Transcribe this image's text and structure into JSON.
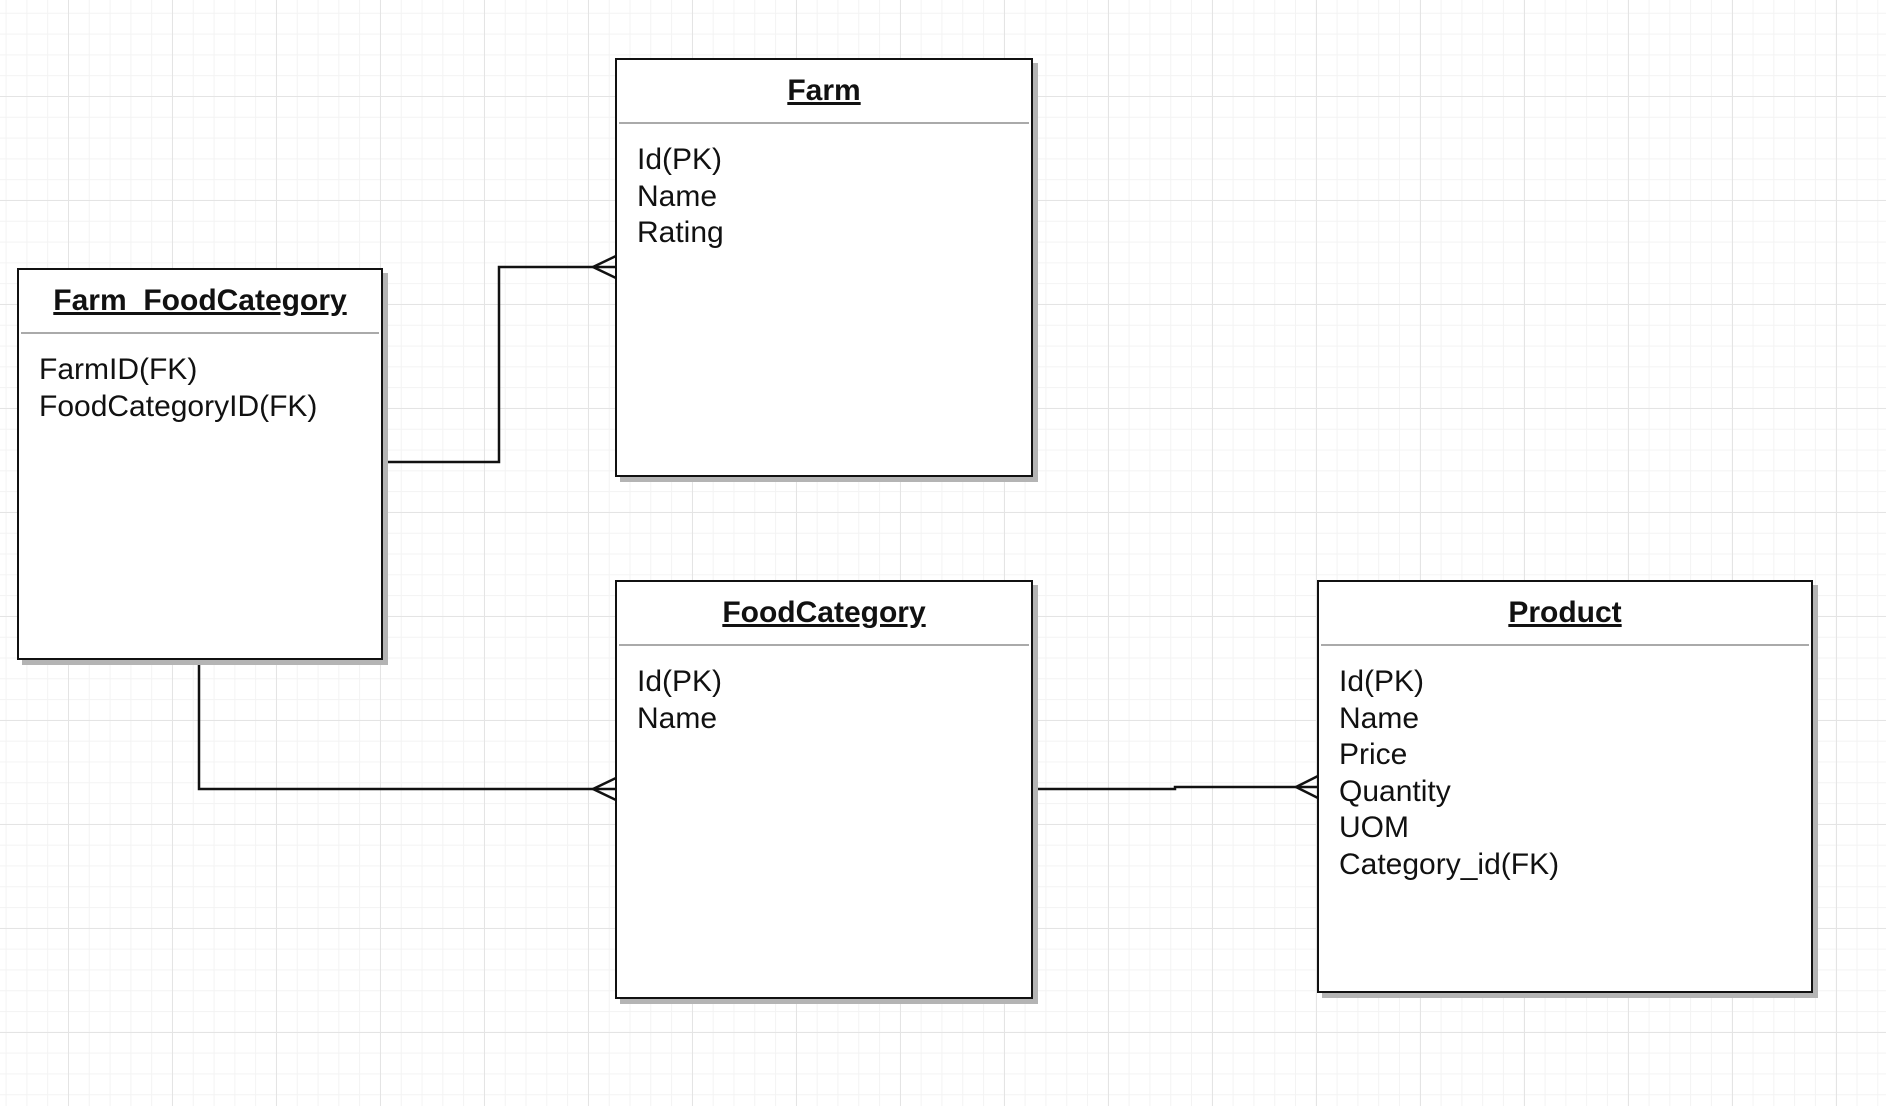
{
  "diagram": {
    "entities": {
      "farm_foodcategory": {
        "name": "Farm_FoodCategory",
        "attributes": [
          "FarmID(FK)",
          "FoodCategoryID(FK)"
        ]
      },
      "farm": {
        "name": "Farm",
        "attributes": [
          "Id(PK)",
          "Name",
          "Rating"
        ]
      },
      "foodcategory": {
        "name": "FoodCategory",
        "attributes": [
          "Id(PK)",
          "Name"
        ]
      },
      "product": {
        "name": "Product",
        "attributes": [
          "Id(PK)",
          "Name",
          "Price",
          "Quantity",
          "UOM",
          "Category_id(FK)"
        ]
      }
    },
    "relationships": [
      {
        "from": "Farm_FoodCategory",
        "to": "Farm",
        "cardinality": "one-to-many"
      },
      {
        "from": "Farm_FoodCategory",
        "to": "FoodCategory",
        "cardinality": "one-to-many"
      },
      {
        "from": "FoodCategory",
        "to": "Product",
        "cardinality": "one-to-many"
      }
    ]
  }
}
